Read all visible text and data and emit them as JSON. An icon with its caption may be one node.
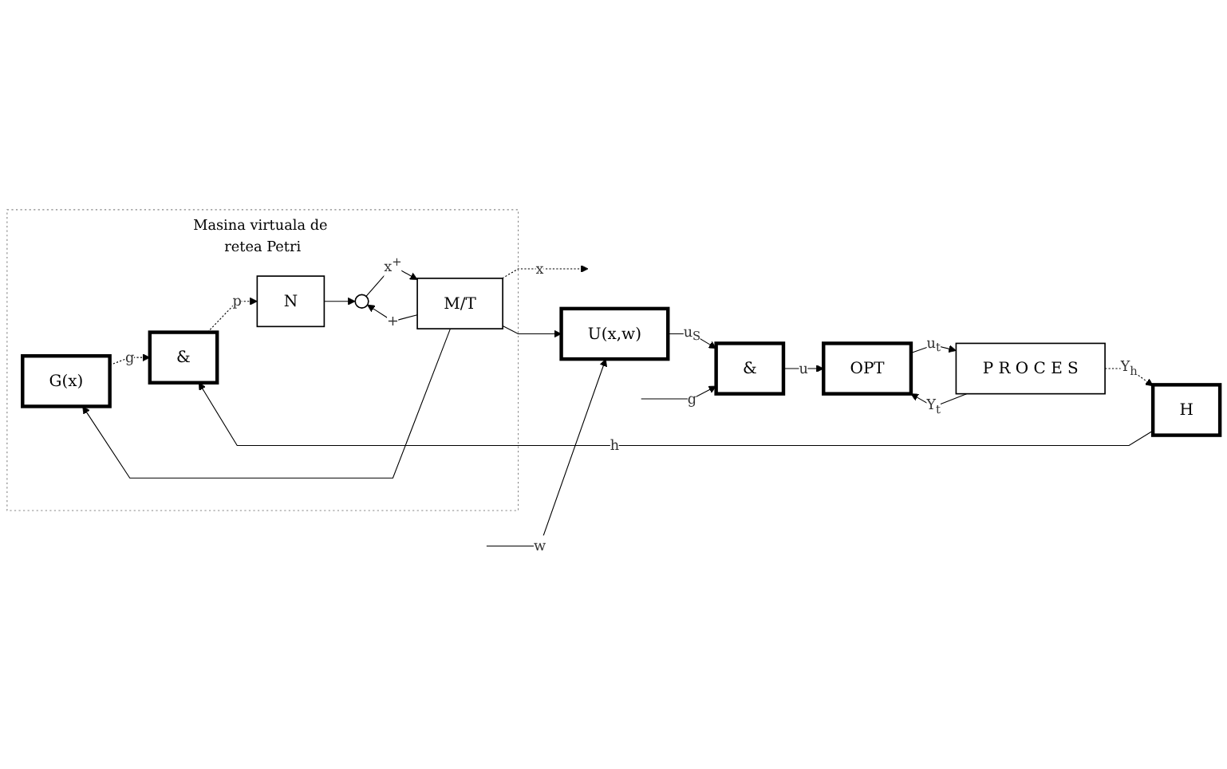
{
  "diagram": {
    "nodes": [
      {
        "text": [
          "Masina virtuala de retea Petri"
        ]
      },
      {
        "text": [
          "G(x)"
        ],
        "in": 0
      },
      {
        "text": [
          "&"
        ],
        "in": 0
      },
      {
        "text": [
          "N"
        ],
        "in": 0
      },
      {
        "text": [],
        "shape": "circle",
        "in": 0
      },
      {
        "text": [
          "M/T"
        ],
        "in": 0
      },
      {
        "text": [
          "U(x,w)"
        ]
      },
      {
        "text": [
          "&"
        ]
      },
      {
        "text": [
          "OPT"
        ]
      },
      {
        "text": [
          "H"
        ]
      },
      {
        "text": [
          "P R O C E S"
        ]
      }
    ],
    "edges": [
      {
        "from": 1,
        "to": 2,
        "arrow": "to",
        "label": "g",
        "style": "dashed"
      },
      {
        "from": 9,
        "to": 2,
        "arrow": "to",
        "label": "h"
      },
      {
        "from": 2,
        "to": 3,
        "arrow": "to",
        "label": "p",
        "style": "dashed"
      },
      {
        "from": 3,
        "to": 4,
        "arrow": "to"
      },
      {
        "from": 4,
        "to": 5,
        "arrow": "to",
        "label": "x$^{+}$"
      },
      {
        "from": 5,
        "to": 1,
        "arrow": "to"
      },
      {
        "from": 5,
        "to": 4,
        "arrow": "to",
        "label": "+"
      },
      {
        "from": 5,
        "to": null,
        "arrow": "to",
        "label": "x",
        "style": "dashed"
      },
      {
        "from": 5,
        "to": 6,
        "arrow": "to"
      },
      {
        "from": null,
        "to": 6,
        "arrow": "to",
        "label": "w"
      },
      {
        "from": null,
        "to": 7,
        "arrow": "to",
        "label": "g"
      },
      {
        "from": 6,
        "to": 7,
        "arrow": "to",
        "label": "u$_{S}$"
      },
      {
        "from": 7,
        "to": 8,
        "arrow": "to",
        "label": "u"
      },
      {
        "from": 10,
        "to": 8,
        "arrow": "to",
        "label": "Y$_{t}$"
      },
      {
        "from": 8,
        "to": 10,
        "arrow": "to",
        "label": "u$_{t}$"
      },
      {
        "from": 10,
        "to": 9,
        "arrow": "to",
        "label": "Y$_{h}$",
        "style": "dashed"
      }
    ]
  }
}
